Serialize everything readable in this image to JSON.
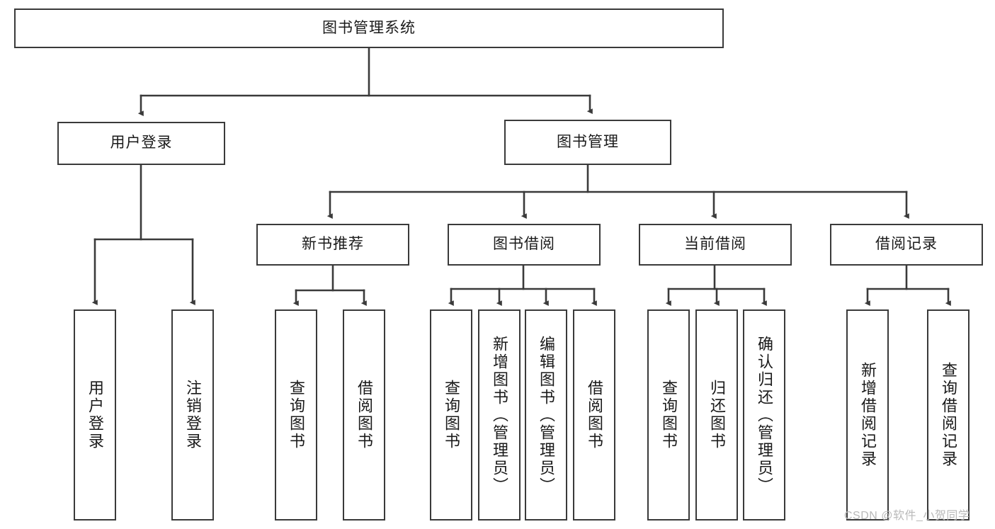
{
  "diagram": {
    "type": "tree-hierarchy-chart",
    "title_node": {
      "label": "图书管理系统"
    },
    "level1": [
      {
        "label": "用户登录"
      },
      {
        "label": "图书管理"
      }
    ],
    "level2": [
      {
        "label": "新书推荐"
      },
      {
        "label": "图书借阅"
      },
      {
        "label": "当前借阅"
      },
      {
        "label": "借阅记录"
      }
    ],
    "leaves": {
      "user_login": [
        {
          "label": "用户登录"
        },
        {
          "label": "注销登录"
        }
      ],
      "new_book_recommend": [
        {
          "label": "查询图书"
        },
        {
          "label": "借阅图书"
        }
      ],
      "book_borrow": [
        {
          "label": "查询图书"
        },
        {
          "label": "新增图书（管理员）"
        },
        {
          "label": "编辑图书（管理员）"
        },
        {
          "label": "借阅图书"
        }
      ],
      "current_borrow": [
        {
          "label": "查询图书"
        },
        {
          "label": "归还图书"
        },
        {
          "label": "确认归还（管理员）"
        }
      ],
      "borrow_record": [
        {
          "label": "新增借阅记录"
        },
        {
          "label": "查询借阅记录"
        }
      ]
    },
    "watermark": "CSDN @软件_小贺同学",
    "colors": {
      "stroke": "#3a3a3a",
      "fill": "#ffffff",
      "text": "#1a1a1a",
      "watermark": "#b9b9b9"
    }
  }
}
